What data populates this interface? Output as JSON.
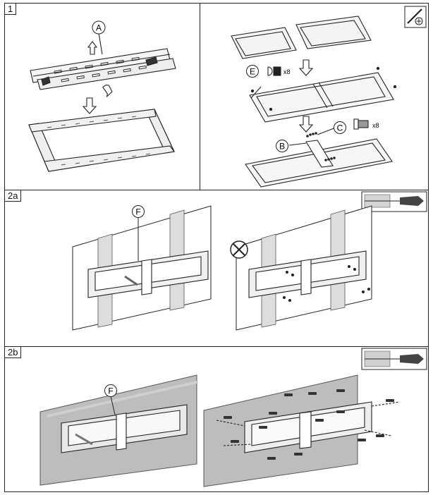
{
  "steps": {
    "s1": "1",
    "s2a": "2a",
    "s2b": "2b"
  },
  "callouts": {
    "a": "A",
    "b": "B",
    "c": "C",
    "e": "E",
    "f1": "F",
    "f2": "F"
  },
  "quantities": {
    "screw_e": "x8",
    "screw_c": "x8"
  },
  "colors": {
    "line": "#222222",
    "wall_gray": "#bdbdbd",
    "concrete": "#a9a9a9"
  }
}
